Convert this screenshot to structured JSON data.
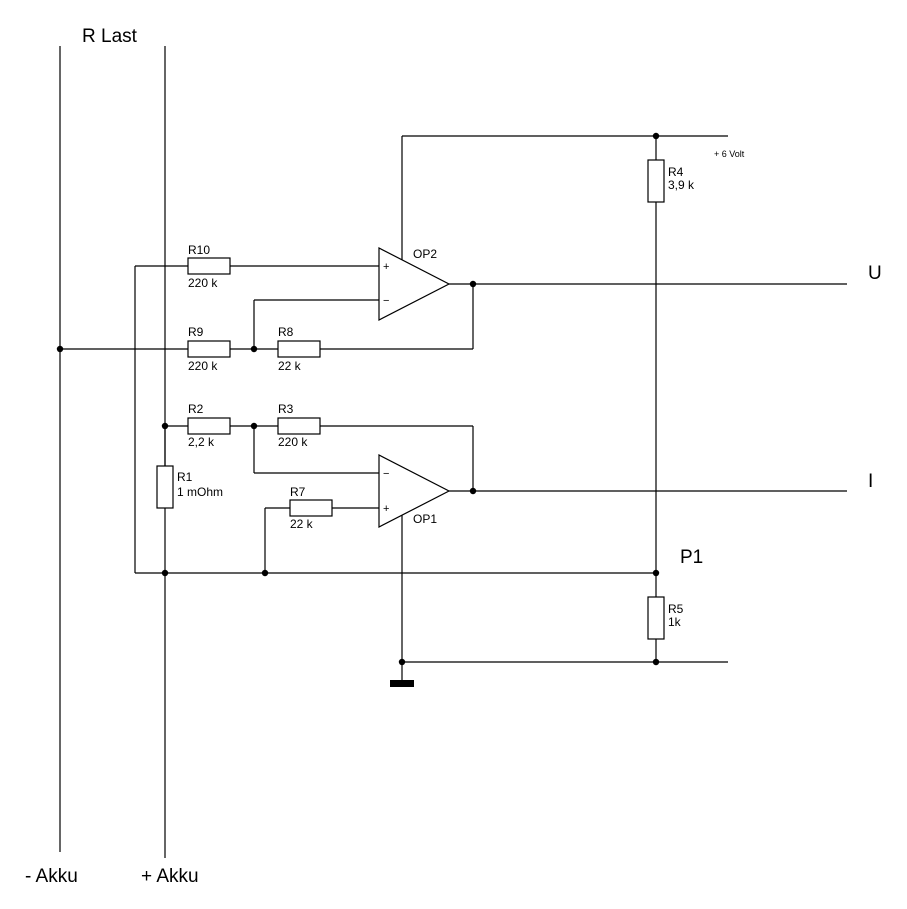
{
  "title": "R Last",
  "terminals": {
    "minus_akku": "- Akku",
    "plus_akku": "+ Akku",
    "out_u": "U",
    "out_i": "I",
    "p1": "P1",
    "supply": "+ 6 Volt"
  },
  "resistors": {
    "r1": {
      "name": "R1",
      "value": "1 mOhm"
    },
    "r2": {
      "name": "R2",
      "value": "2,2 k"
    },
    "r3": {
      "name": "R3",
      "value": "220 k"
    },
    "r4": {
      "name": "R4",
      "value": "3,9 k"
    },
    "r5": {
      "name": "R5",
      "value": "1k"
    },
    "r7": {
      "name": "R7",
      "value": "22 k"
    },
    "r8": {
      "name": "R8",
      "value": "22 k"
    },
    "r9": {
      "name": "R9",
      "value": "220 k"
    },
    "r10": {
      "name": "R10",
      "value": "220 k"
    }
  },
  "opamps": {
    "op1": {
      "name": "OP1",
      "inv": "−",
      "noninv": "+"
    },
    "op2": {
      "name": "OP2",
      "inv": "−",
      "noninv": "+"
    }
  }
}
